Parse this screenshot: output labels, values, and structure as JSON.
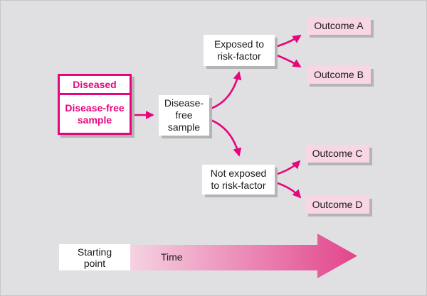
{
  "colors": {
    "magenta": "#e6057d",
    "pink_box": "#f8d6e3",
    "bg": "#e0e0e2",
    "shadow": "#b4b4b6",
    "text": "#1a1a1a",
    "grad_start": "#f5d2e2",
    "grad_end": "#e2458c",
    "frame": "#c7c7ca"
  },
  "boxes": {
    "sample": {
      "top_label": "Diseased",
      "bottom_label": "Disease-free\nsample"
    },
    "cohort": {
      "label": "Disease-\nfree\nsample"
    },
    "exposed": {
      "label": "Exposed to\nrisk-factor"
    },
    "not_exposed": {
      "label": "Not exposed\nto risk-factor"
    },
    "outcomes": [
      "Outcome A",
      "Outcome B",
      "Outcome C",
      "Outcome D"
    ]
  },
  "timeline": {
    "start_label": "Starting\npoint",
    "axis_label": "Time"
  }
}
